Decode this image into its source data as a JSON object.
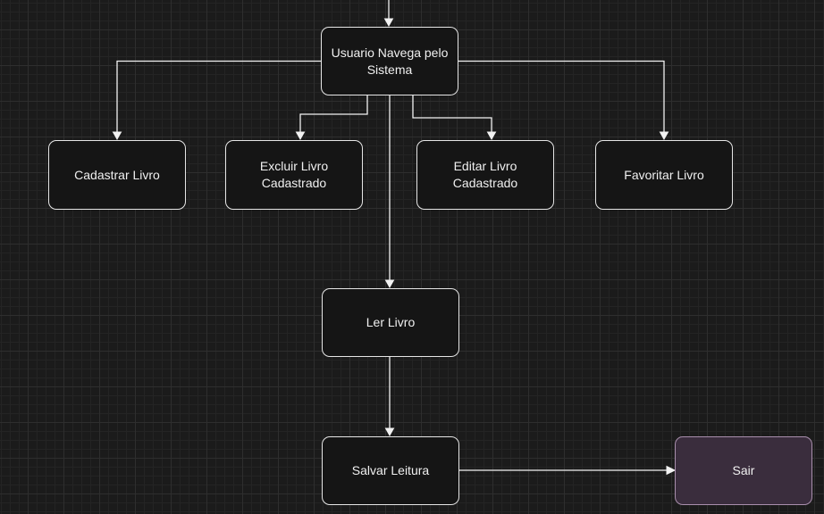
{
  "diagram": {
    "nodes": {
      "navigate": "Usuario Navega pelo\nSistema",
      "register": "Cadastrar Livro",
      "delete": "Excluir Livro\nCadastrado",
      "edit": "Editar Livro\nCadastrado",
      "favorite": "Favoritar Livro",
      "read": "Ler Livro",
      "save": "Salvar Leitura",
      "exit": "Sair"
    },
    "edges": [
      {
        "from": "navigate",
        "to": "register"
      },
      {
        "from": "navigate",
        "to": "delete"
      },
      {
        "from": "navigate",
        "to": "edit"
      },
      {
        "from": "navigate",
        "to": "favorite"
      },
      {
        "from": "navigate",
        "to": "read"
      },
      {
        "from": "read",
        "to": "save"
      },
      {
        "from": "save",
        "to": "exit"
      }
    ],
    "colors": {
      "background": "#1b1b1b",
      "node_fill": "#151515",
      "node_border": "#e6e6e6",
      "exit_fill": "#3a2d3d",
      "exit_border": "#a98fad",
      "edge": "#f2f2f2"
    }
  }
}
